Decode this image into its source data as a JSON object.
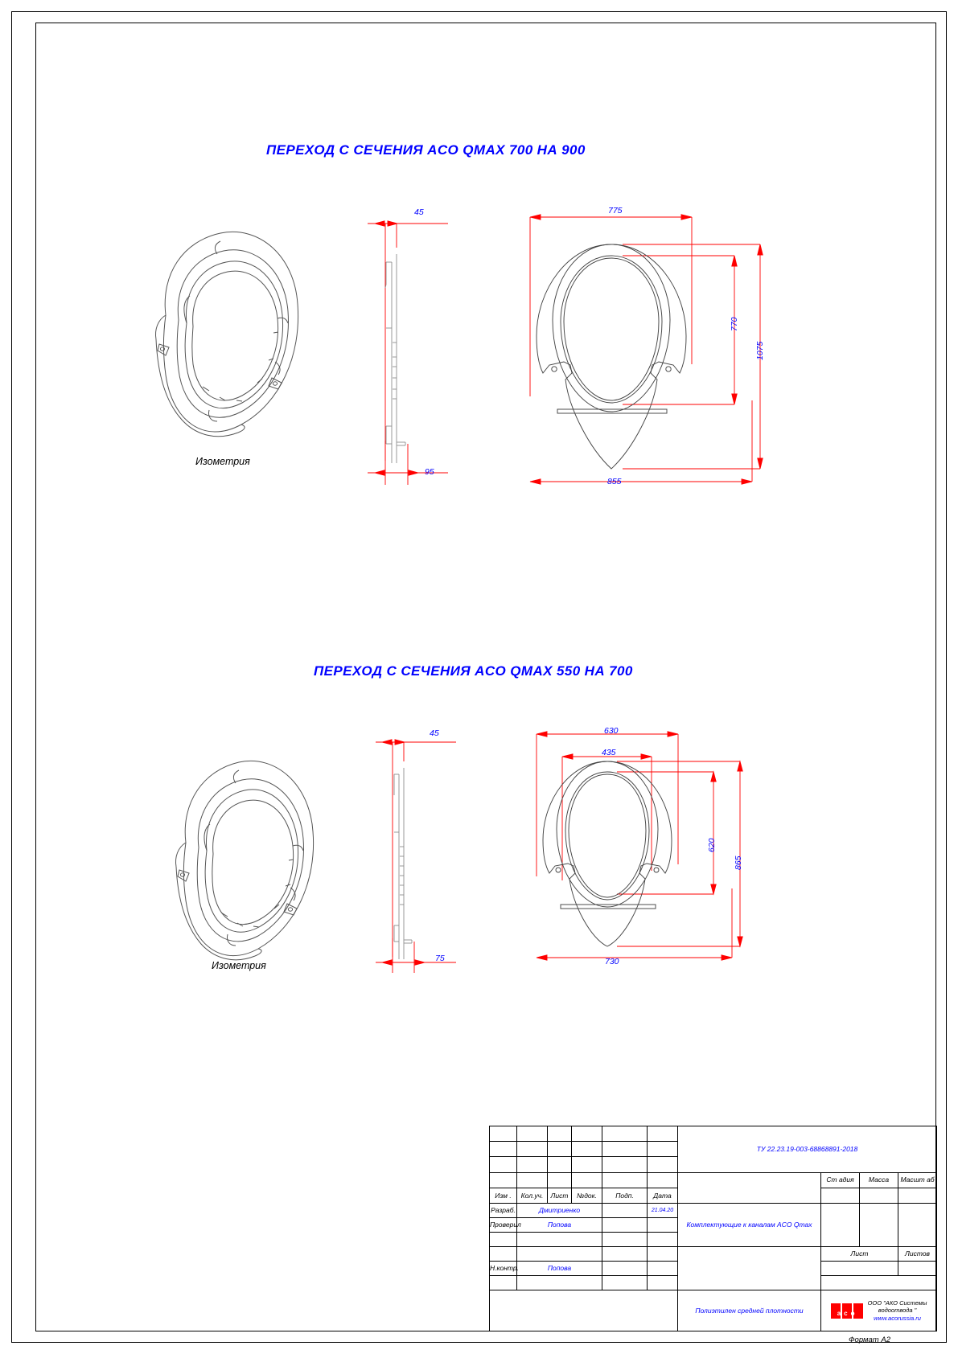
{
  "sheet": {
    "format_label": "Формат  А2"
  },
  "drawings": [
    {
      "title": "ПЕРЕХОД С СЕЧЕНИЯ ACO QMAX 700 НА 900",
      "iso_label": "Изометрия",
      "dimensions": {
        "side_top": "45",
        "side_bottom": "95",
        "front_top": "775",
        "front_bottom": "855",
        "front_right_inner": "770",
        "front_right_outer": "1075"
      }
    },
    {
      "title": "ПЕРЕХОД С СЕЧЕНИЯ ACO QMAX 550 НА 700",
      "iso_label": "Изометрия",
      "dimensions": {
        "side_top": "45",
        "side_bottom": "75",
        "front_top": "630",
        "front_top_inner": "435",
        "front_bottom": "730",
        "front_right_inner": "620",
        "front_right_outer": "865"
      }
    }
  ],
  "title_block": {
    "columns": [
      "Изм .",
      "Кол.уч.",
      "Лист",
      "№док.",
      "Подп.",
      "Дата"
    ],
    "roles": [
      {
        "role": "Разраб.",
        "name": "Дмитриенко",
        "date": "21.04.20"
      },
      {
        "role": "Проверил",
        "name": "Попова",
        "date": ""
      },
      {
        "role": "",
        "name": "",
        "date": ""
      },
      {
        "role": "Н.контр.",
        "name": "Попова",
        "date": ""
      },
      {
        "role": "",
        "name": "",
        "date": ""
      }
    ],
    "designation": "ТУ 22.23.19-003-68868891-2018",
    "product_name": "Комплектующие к каналам ACO Qmax",
    "material": "Полиэтилен средней плотности",
    "stage_header": "Ст адия",
    "mass_header": "Масса",
    "scale_header": "Масшт аб",
    "stage_value": "",
    "mass_value": "",
    "scale_value": "",
    "sheet_header": "Лист",
    "sheets_header": "Листов",
    "sheet_value": "",
    "sheets_value": "",
    "company_line1": "ООО \"АКО Системы",
    "company_line2": "водоотвода \"",
    "company_site": "www.acorussia.ru",
    "logo_text": "aco"
  },
  "colors": {
    "dimension": "#ff0000",
    "text_blue": "#0000ff",
    "geometry": "#555555",
    "brand_red": "#ff0000"
  }
}
